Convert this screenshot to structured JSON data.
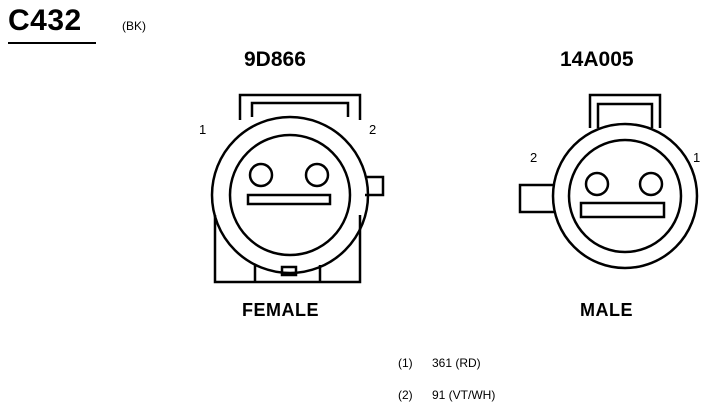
{
  "connector": {
    "id": "C432",
    "color_code": "(BK)"
  },
  "views": [
    {
      "part_number": "9D866",
      "gender": "FEMALE",
      "pin_left": "1",
      "pin_right": "2"
    },
    {
      "part_number": "14A005",
      "gender": "MALE",
      "pin_left": "2",
      "pin_right": "1"
    }
  ],
  "pins": [
    {
      "num": "(1)",
      "circuit": "361 (RD)"
    },
    {
      "num": "(2)",
      "circuit": "91 (VT/WH)"
    }
  ]
}
